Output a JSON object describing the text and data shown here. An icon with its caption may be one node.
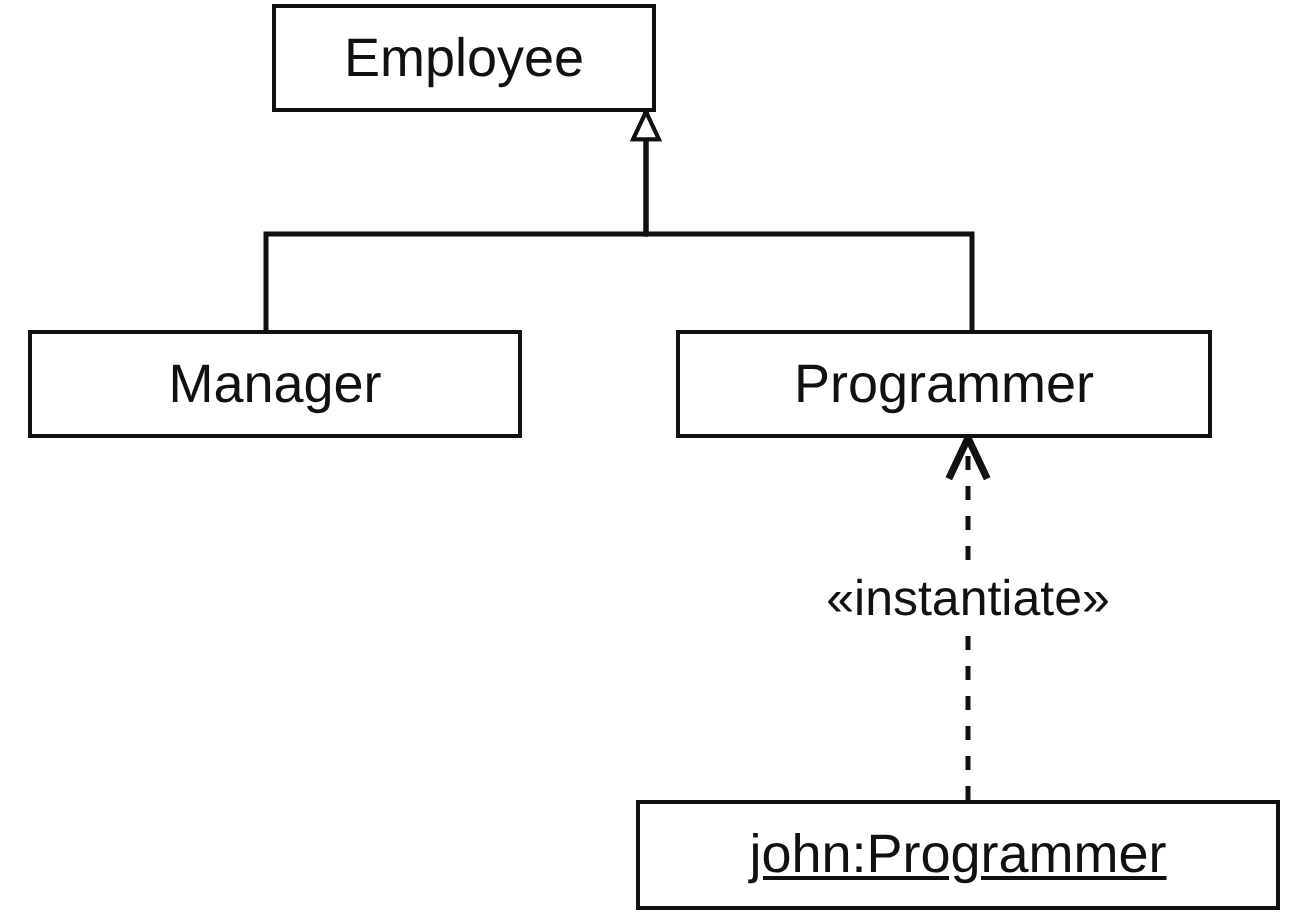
{
  "diagram": {
    "nodes": [
      {
        "text": [
          "Employee"
        ]
      },
      {
        "text": [
          "Manager"
        ]
      },
      {
        "text": [
          "Programmer"
        ]
      },
      {
        "text": [
          "john:Programmer"
        ]
      }
    ],
    "edges": [
      {
        "from": 1,
        "to": 0,
        "arrow": "to"
      },
      {
        "from": 2,
        "to": 0,
        "arrow": "to"
      },
      {
        "from": 3,
        "to": 2,
        "arrow": "to",
        "style": "dashed",
        "label": "«instantiate»"
      }
    ]
  }
}
